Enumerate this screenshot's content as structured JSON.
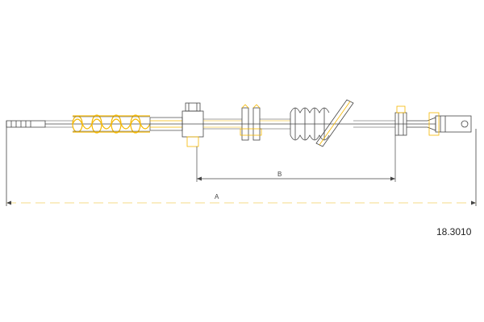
{
  "drawing": {
    "dimension_a_label": "A",
    "dimension_b_label": "B"
  },
  "part_number": "18.3010",
  "colors": {
    "line": "#333333",
    "highlight": "#f5b800",
    "dimension_line": "#f2d060"
  }
}
